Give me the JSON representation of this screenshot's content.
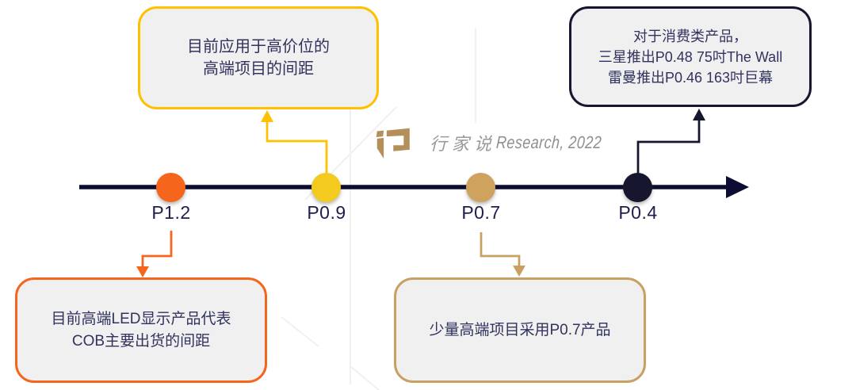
{
  "credit": {
    "brand": "行家说",
    "source": "Research, 2022",
    "logo_icon": "speech-bubble-bracket-logo"
  },
  "timeline": {
    "points": [
      {
        "label": "P1.2",
        "dot_color": "#F5651B"
      },
      {
        "label": "P0.9",
        "dot_color": "#F3CA1E"
      },
      {
        "label": "P0.7",
        "dot_color": "#CFA25E"
      },
      {
        "label": "P0.4",
        "dot_color": "#16162E"
      }
    ]
  },
  "callouts": {
    "p09": {
      "lines": [
        "目前应用于高价位的",
        "高端项目的间距"
      ],
      "border_color": "#FFC000",
      "points_to": "P0.9"
    },
    "p04": {
      "lines": [
        "对于消费类产品，",
        "三星推出P0.48 75吋The Wall",
        "雷曼推出P0.46 163吋巨幕"
      ],
      "border_color": "#16162E",
      "points_to": "P0.4"
    },
    "p12": {
      "lines": [
        "目前高端LED显示产品代表",
        "COB主要出货的间距"
      ],
      "border_color": "#F5651B",
      "points_to": "P1.2"
    },
    "p07": {
      "lines": [
        "少量高端项目采用P0.7产品"
      ],
      "border_color": "#C9A063",
      "points_to": "P0.7"
    }
  },
  "colors": {
    "axis": "#0D0D33",
    "navy": "#16162E",
    "orange": "#F5651B",
    "yellow": "#FFC000",
    "tan": "#C9A063",
    "box_fill": "#F0F0F0",
    "text": "#32325F",
    "label": "#1D1D4E",
    "logo_gold": "#B3905A",
    "credit_gray": "#9A9A9A",
    "watermark": "#F1F1F1"
  }
}
